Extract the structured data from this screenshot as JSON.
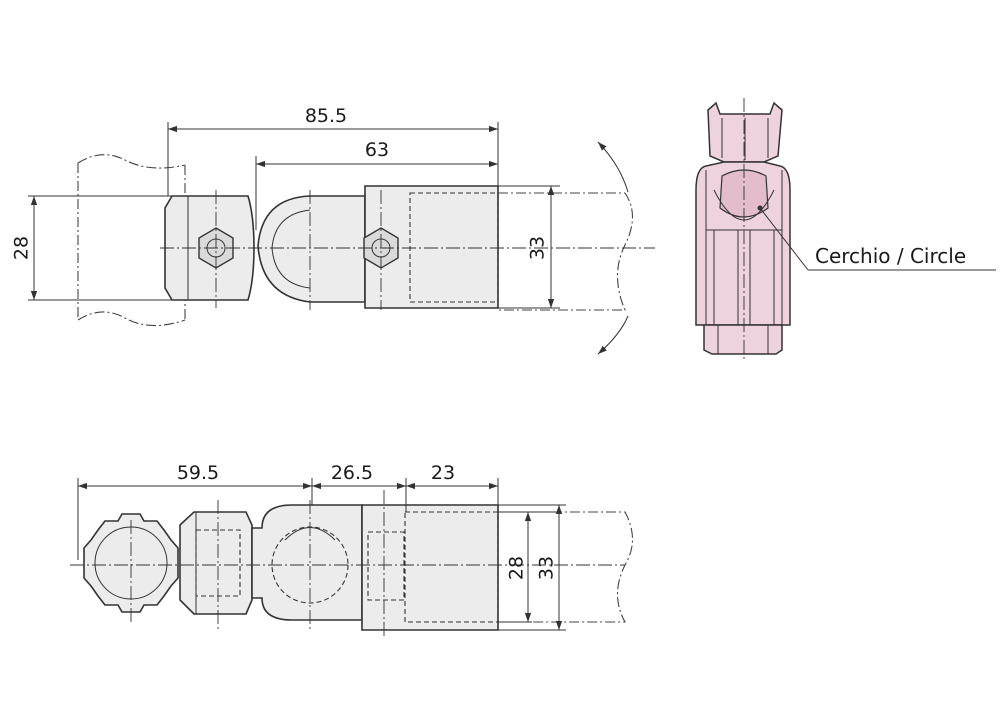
{
  "dimensions": {
    "top_overall": "85.5",
    "top_inner": "63",
    "top_left_height": "28",
    "top_right_height": "33",
    "bottom_left": "59.5",
    "bottom_middle": "26.5",
    "bottom_right": "23",
    "bottom_inner_height": "28",
    "bottom_outer_height": "33"
  },
  "callout": {
    "label": "Cerchio / Circle"
  },
  "colors": {
    "part_fill": "#ececec",
    "ring_fill": "#eed3de",
    "line": "#333333"
  }
}
